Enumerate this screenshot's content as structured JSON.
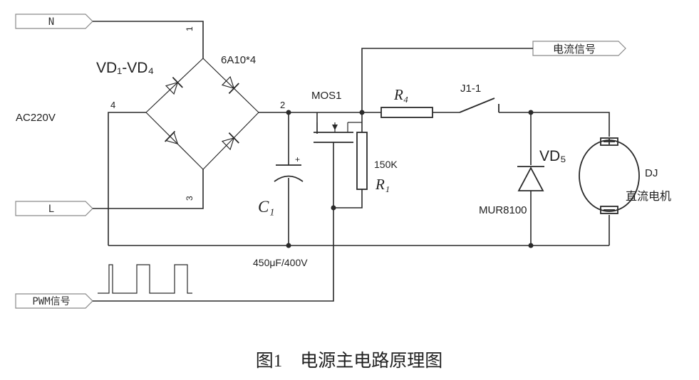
{
  "ports": {
    "n": "N",
    "l": "L",
    "pwm": "PWM信号",
    "current": "电流信号"
  },
  "labels": {
    "ac_source": "AC220V",
    "bridge_name": "VD₁-VD₄",
    "bridge_part": "6A10*4",
    "node_1": "1",
    "node_2": "2",
    "node_3": "3",
    "node_4": "4",
    "mosfet": "MOS1",
    "r4": "R₄",
    "relay": "J1-1",
    "r1_value": "150K",
    "r1": "R₁",
    "cap": "C₁",
    "cap_plus": "+",
    "cap_value": "450μF/400V",
    "diode_name": "VD₅",
    "diode_part": "MUR8100",
    "motor_name": "DJ",
    "motor_desc": "直流电机"
  },
  "caption": "图1　电源主电路原理图"
}
